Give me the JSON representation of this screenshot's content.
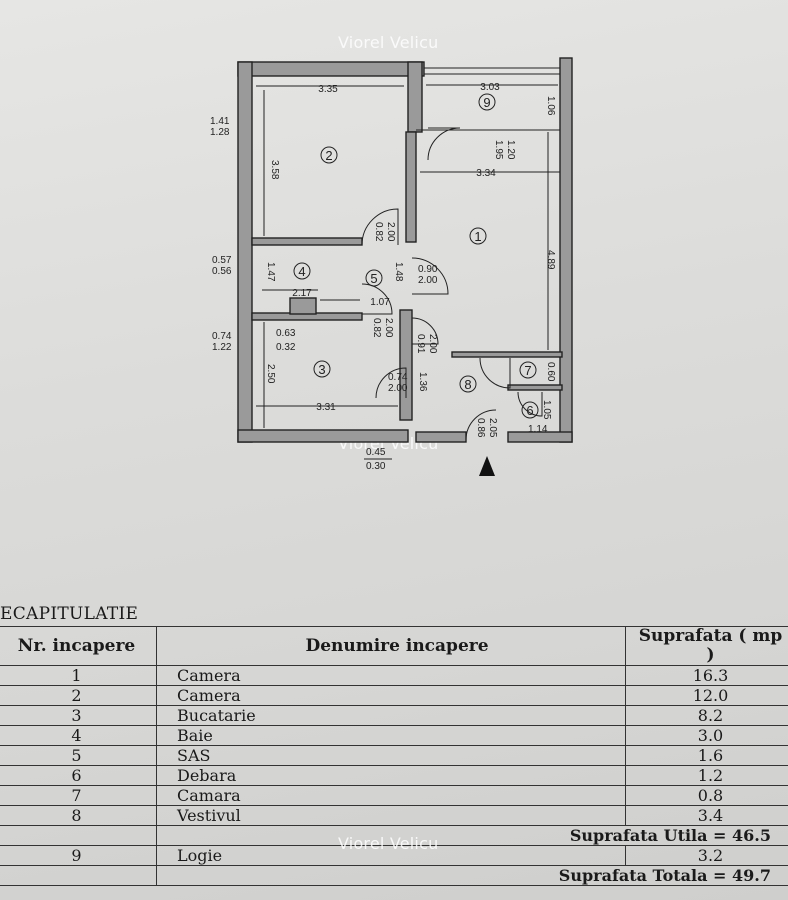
{
  "watermark": "Viorel Velicu",
  "plan": {
    "rooms": [
      "1",
      "2",
      "3",
      "4",
      "5",
      "6",
      "7",
      "8",
      "9"
    ],
    "dims": {
      "d335": "3.35",
      "d303": "3.03",
      "d106": "1.06",
      "d141": "1.41",
      "d128": "1.28",
      "d358": "3.58",
      "d195": "1.95",
      "d120": "1.20",
      "d334": "3.34",
      "d489": "4.89",
      "d082a": "0.82",
      "d200a": "2.00",
      "d057": "0.57",
      "d056": "0.56",
      "d147": "1.47",
      "d217": "2.17",
      "d107": "1.07",
      "d148": "1.48",
      "d090": "0.90",
      "d200b": "2.00",
      "d074a": "0.74",
      "d122": "1.22",
      "d063": "0.63",
      "d032": "0.32",
      "d082b": "0.82",
      "d200c": "2.00",
      "d091": "0.91",
      "d200d": "2.00",
      "d250": "2.50",
      "d074b": "0.74",
      "d200e": "2.00",
      "d136": "1.36",
      "d060": "0.60",
      "d105": "1.05",
      "d114": "1.14",
      "d331": "3.31",
      "d086": "0.86",
      "d205": "2.05",
      "d045": "0.45",
      "d030": "0.30"
    }
  },
  "recap": {
    "title": "ECAPITULATIE",
    "headers": [
      "Nr. incapere",
      "Denumire incapere",
      "Suprafata ( mp )"
    ],
    "rows": [
      {
        "nr": "1",
        "name": "Camera",
        "area": "16.3"
      },
      {
        "nr": "2",
        "name": "Camera",
        "area": "12.0"
      },
      {
        "nr": "3",
        "name": "Bucatarie",
        "area": "8.2"
      },
      {
        "nr": "4",
        "name": "Baie",
        "area": "3.0"
      },
      {
        "nr": "5",
        "name": "SAS",
        "area": "1.6"
      },
      {
        "nr": "6",
        "name": "Debara",
        "area": "1.2"
      },
      {
        "nr": "7",
        "name": "Camara",
        "area": "0.8"
      },
      {
        "nr": "8",
        "name": "Vestivul",
        "area": "3.4"
      }
    ],
    "usable_label": "Suprafata Utila  = 46.5",
    "logie": {
      "nr": "9",
      "name": "Logie",
      "area": "3.2"
    },
    "total_label": "Suprafata Totala = 49.7"
  }
}
